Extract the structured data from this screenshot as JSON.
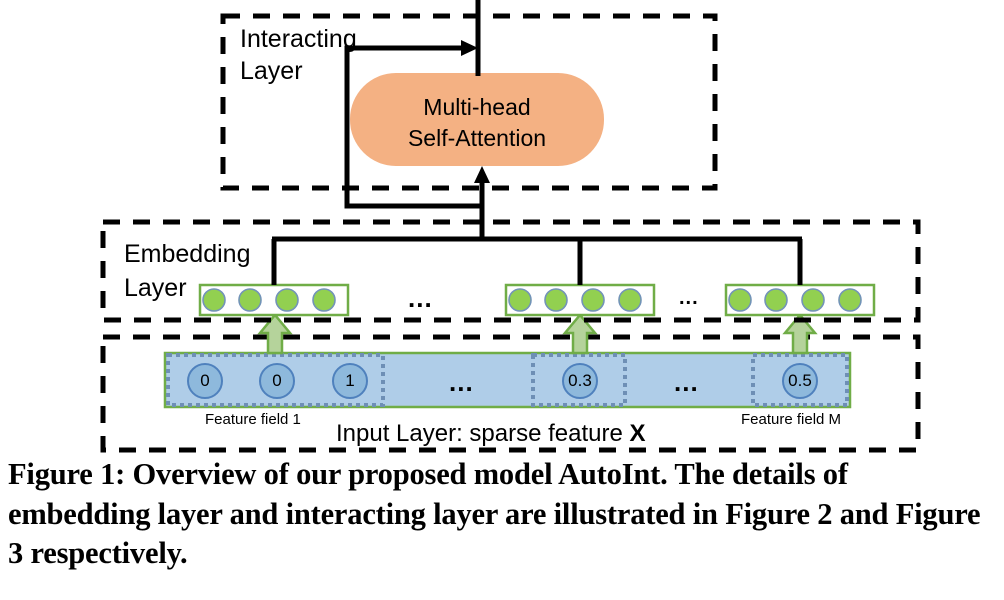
{
  "figure": {
    "caption": "Figure 1: Overview of our proposed model AutoInt. The details of embedding layer and interacting layer are illustrated in Figure 2 and Figure 3 respectively."
  },
  "colors": {
    "attention_fill": "#F4B183",
    "embedding_circle_fill": "#92D050",
    "embedding_circle_stroke": "#7293B8",
    "embedding_box_stroke": "#70AD47",
    "input_bar_fill": "#AFCDE8",
    "input_bar_stroke": "#70AD47",
    "field_dash_stroke": "#6E8FB5",
    "input_circle_fill": "#8EB9DC",
    "input_circle_stroke": "#4F81BD",
    "green_arrow_fill": "#B5D39B",
    "green_arrow_stroke": "#70AD47",
    "line": "#000000"
  },
  "interacting_layer": {
    "label_line1": "Interacting",
    "label_line2": "Layer",
    "attention_block": {
      "line1": "Multi-head",
      "line2": "Self-Attention"
    }
  },
  "embedding_layer": {
    "label_line1": "Embedding",
    "label_line2": "Layer",
    "ellipsis": "...",
    "vectors": [
      {
        "name": "embedding-vector-1",
        "cells": 4
      },
      {
        "name": "embedding-vector-2",
        "cells": 4
      },
      {
        "name": "embedding-vector-m",
        "cells": 4
      }
    ]
  },
  "input_layer": {
    "title_text": "Input Layer: sparse feature ",
    "title_symbol": "X",
    "ellipsis": "...",
    "fields": [
      {
        "label": "Feature field 1",
        "values": [
          "0",
          "0",
          "1"
        ]
      },
      {
        "label": "",
        "values": [
          "0.3"
        ]
      },
      {
        "label": "Feature field M",
        "values": [
          "0.5"
        ]
      }
    ]
  }
}
